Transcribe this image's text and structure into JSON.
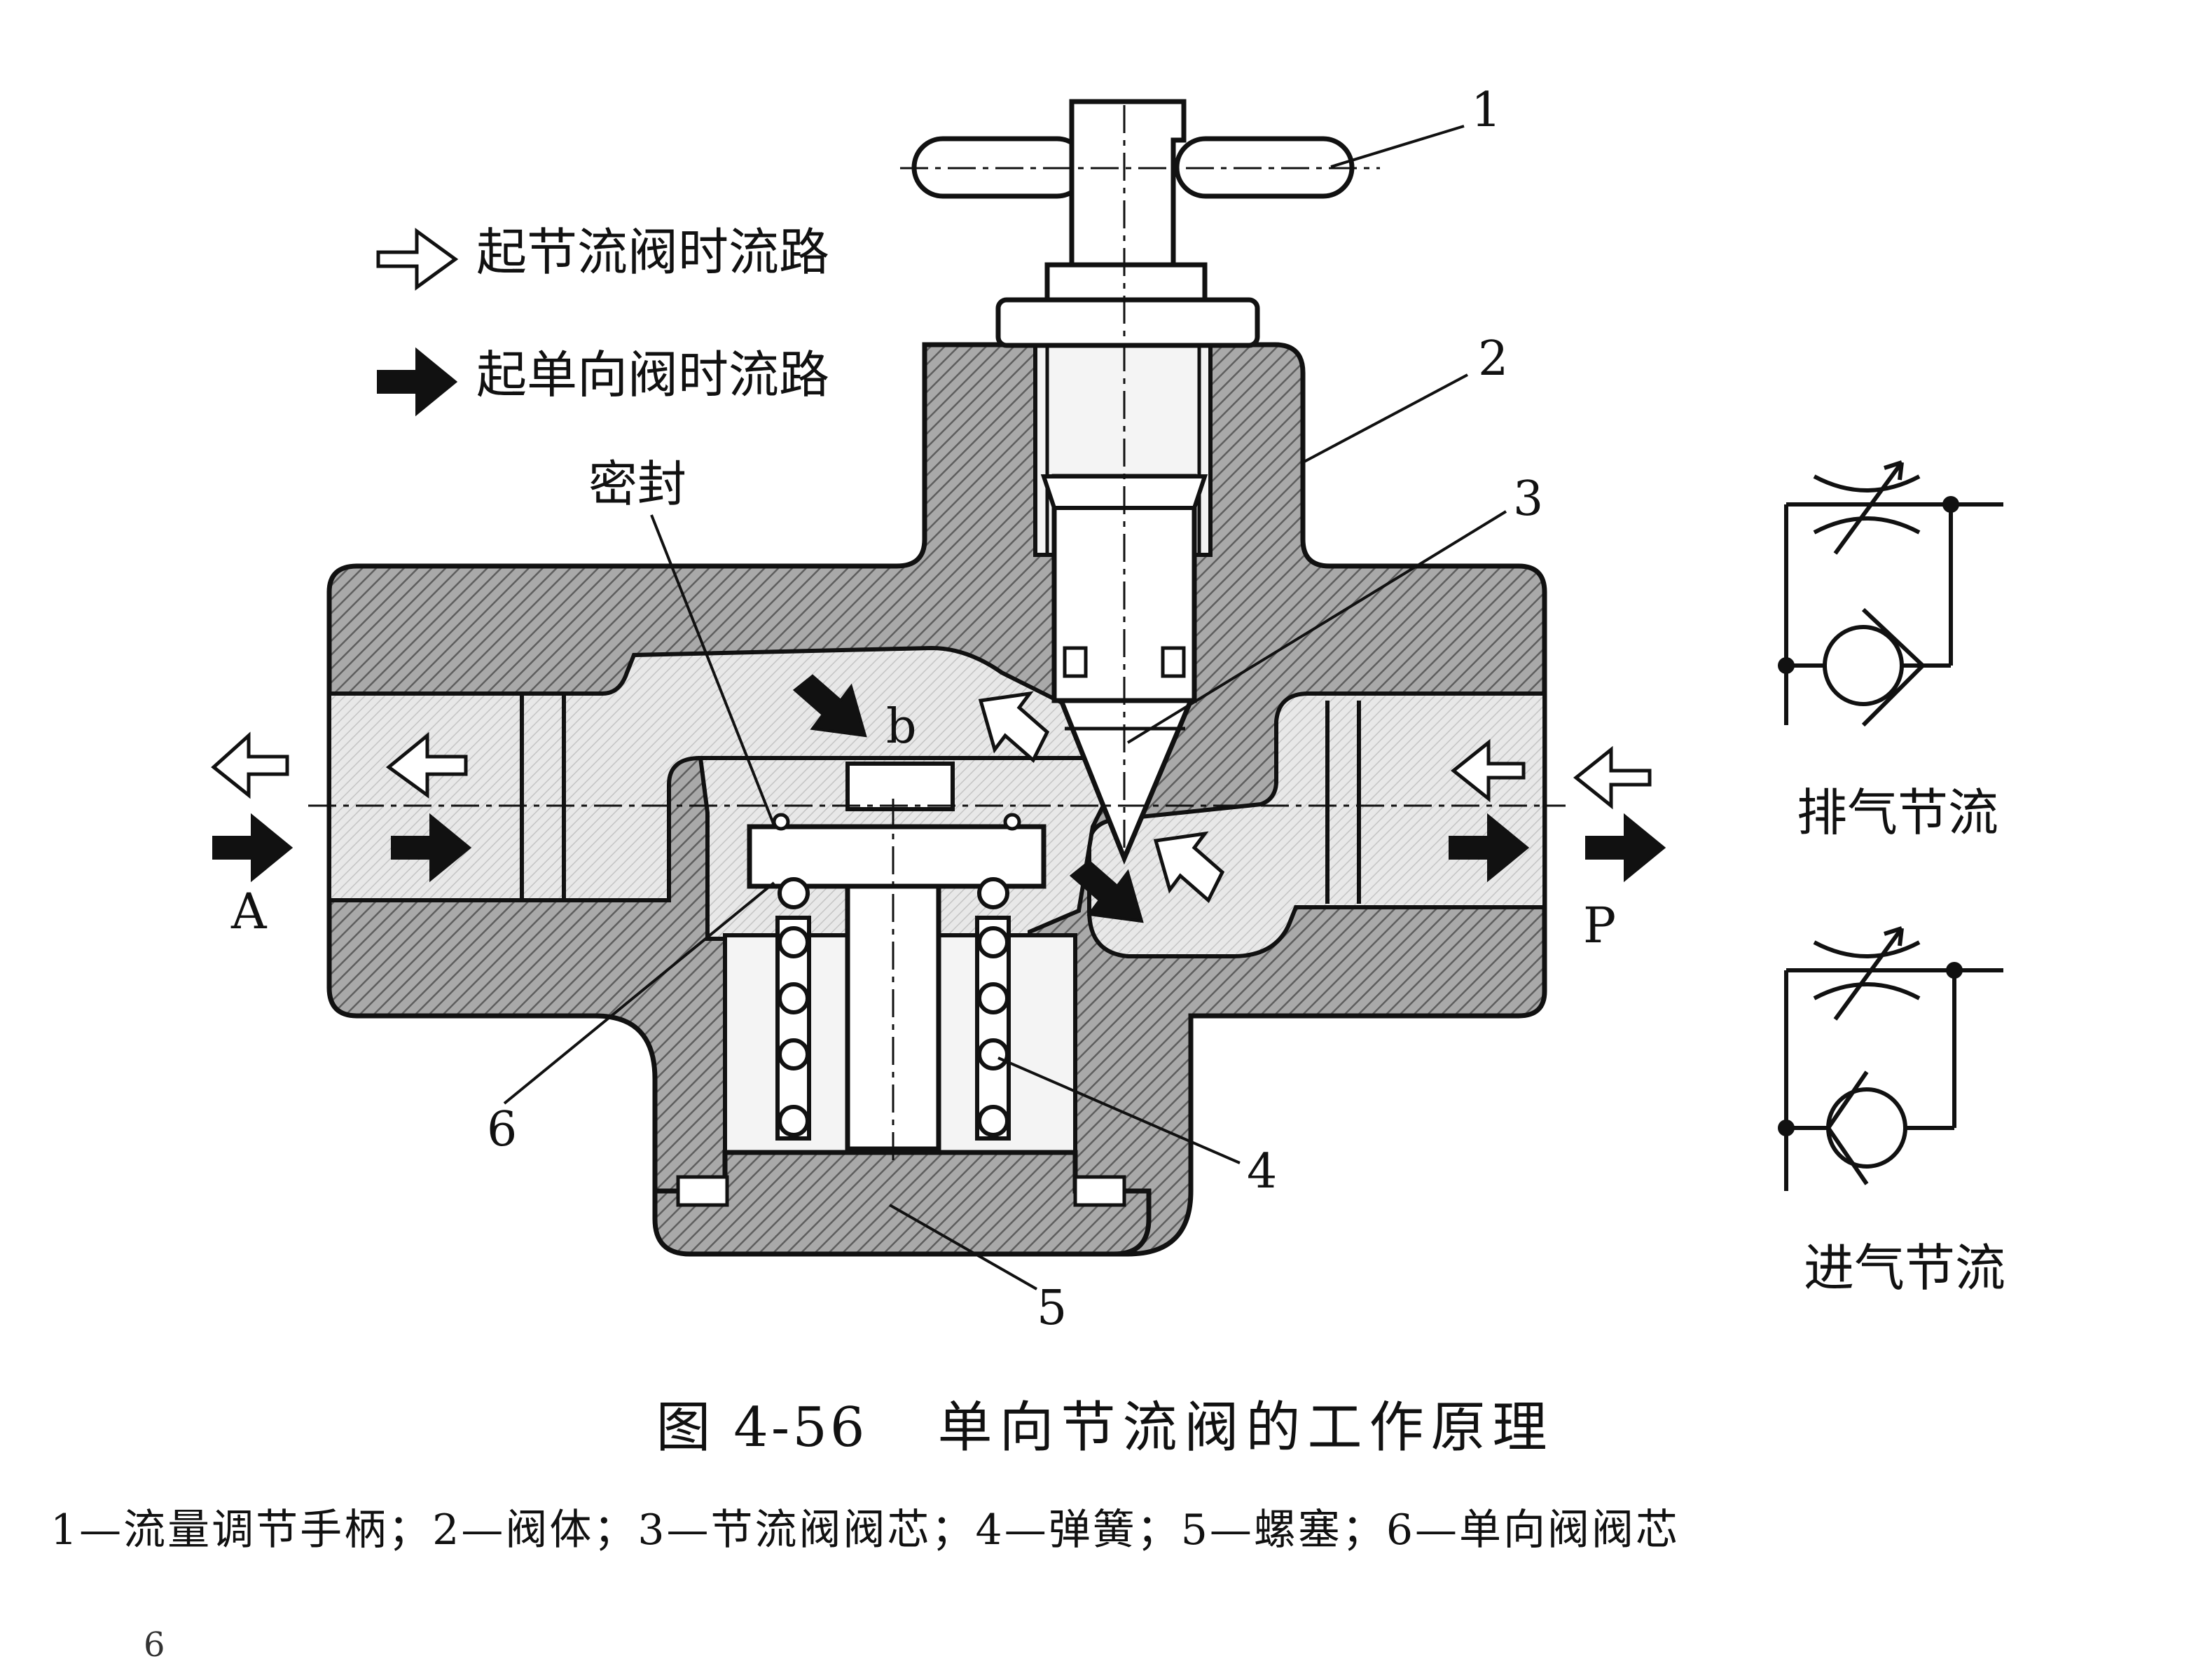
{
  "legend": {
    "throttle_path": "起节流阀时流路",
    "check_path": "起单向阀时流路"
  },
  "labels": {
    "n1": "1",
    "n2": "2",
    "n3": "3",
    "n4": "4",
    "n5": "5",
    "n6": "6",
    "seal": "密封",
    "b": "b",
    "port_a": "A",
    "port_p": "P"
  },
  "symbols": {
    "exhaust_label": "排气节流",
    "intake_label": "进气节流"
  },
  "caption": {
    "number": "图 4-56",
    "title": "单向节流阀的工作原理"
  },
  "parts_legend": "1—流量调节手柄；2—阀体；3—节流阀阀芯；4—弹簧；5—螺塞；6—单向阀阀芯",
  "page_mark": "6"
}
